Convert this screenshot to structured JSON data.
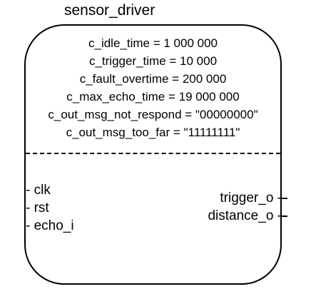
{
  "block": {
    "name": "sensor_driver",
    "generics": [
      "c_idle_time = 1 000 000",
      "c_trigger_time = 10 000",
      "c_fault_overtime = 200 000",
      "c_max_echo_time = 19 000 000",
      "c_out_msg_not_respond = \"00000000\"",
      "c_out_msg_too_far = \"11111111\""
    ],
    "inputs": [
      "- clk",
      "- rst",
      "- echo_i"
    ],
    "outputs": [
      "trigger_o -",
      "distance_o -"
    ]
  },
  "colors": {
    "stroke": "#000000",
    "background": "#ffffff"
  }
}
